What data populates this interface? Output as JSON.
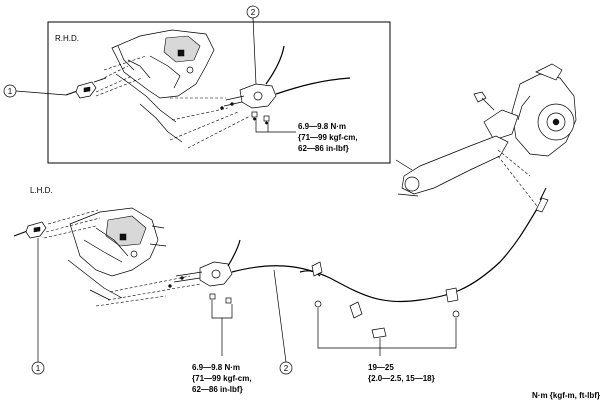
{
  "rhd_section": {
    "label": "R.H.D."
  },
  "lhd_section": {
    "label": "L.H.D."
  },
  "callouts": {
    "one_rhd": "1",
    "two_rhd": "2",
    "one_lhd": "1",
    "two_lhd": "2"
  },
  "torque_rhd": {
    "line1": "6.9—9.8 N·m",
    "line2": "{71—99 kgf-cm,",
    "line3": "62—86 in-lbf}"
  },
  "torque_lhd_left": {
    "line1": "6.9—9.8 N·m",
    "line2": "{71—99 kgf-cm,",
    "line3": "62—86 in-lbf}"
  },
  "torque_lhd_right": {
    "line1": "19—25",
    "line2": "{2.0—2.5, 15—18}"
  },
  "units_note": "N·m {kgf-m, ft-lbf}"
}
